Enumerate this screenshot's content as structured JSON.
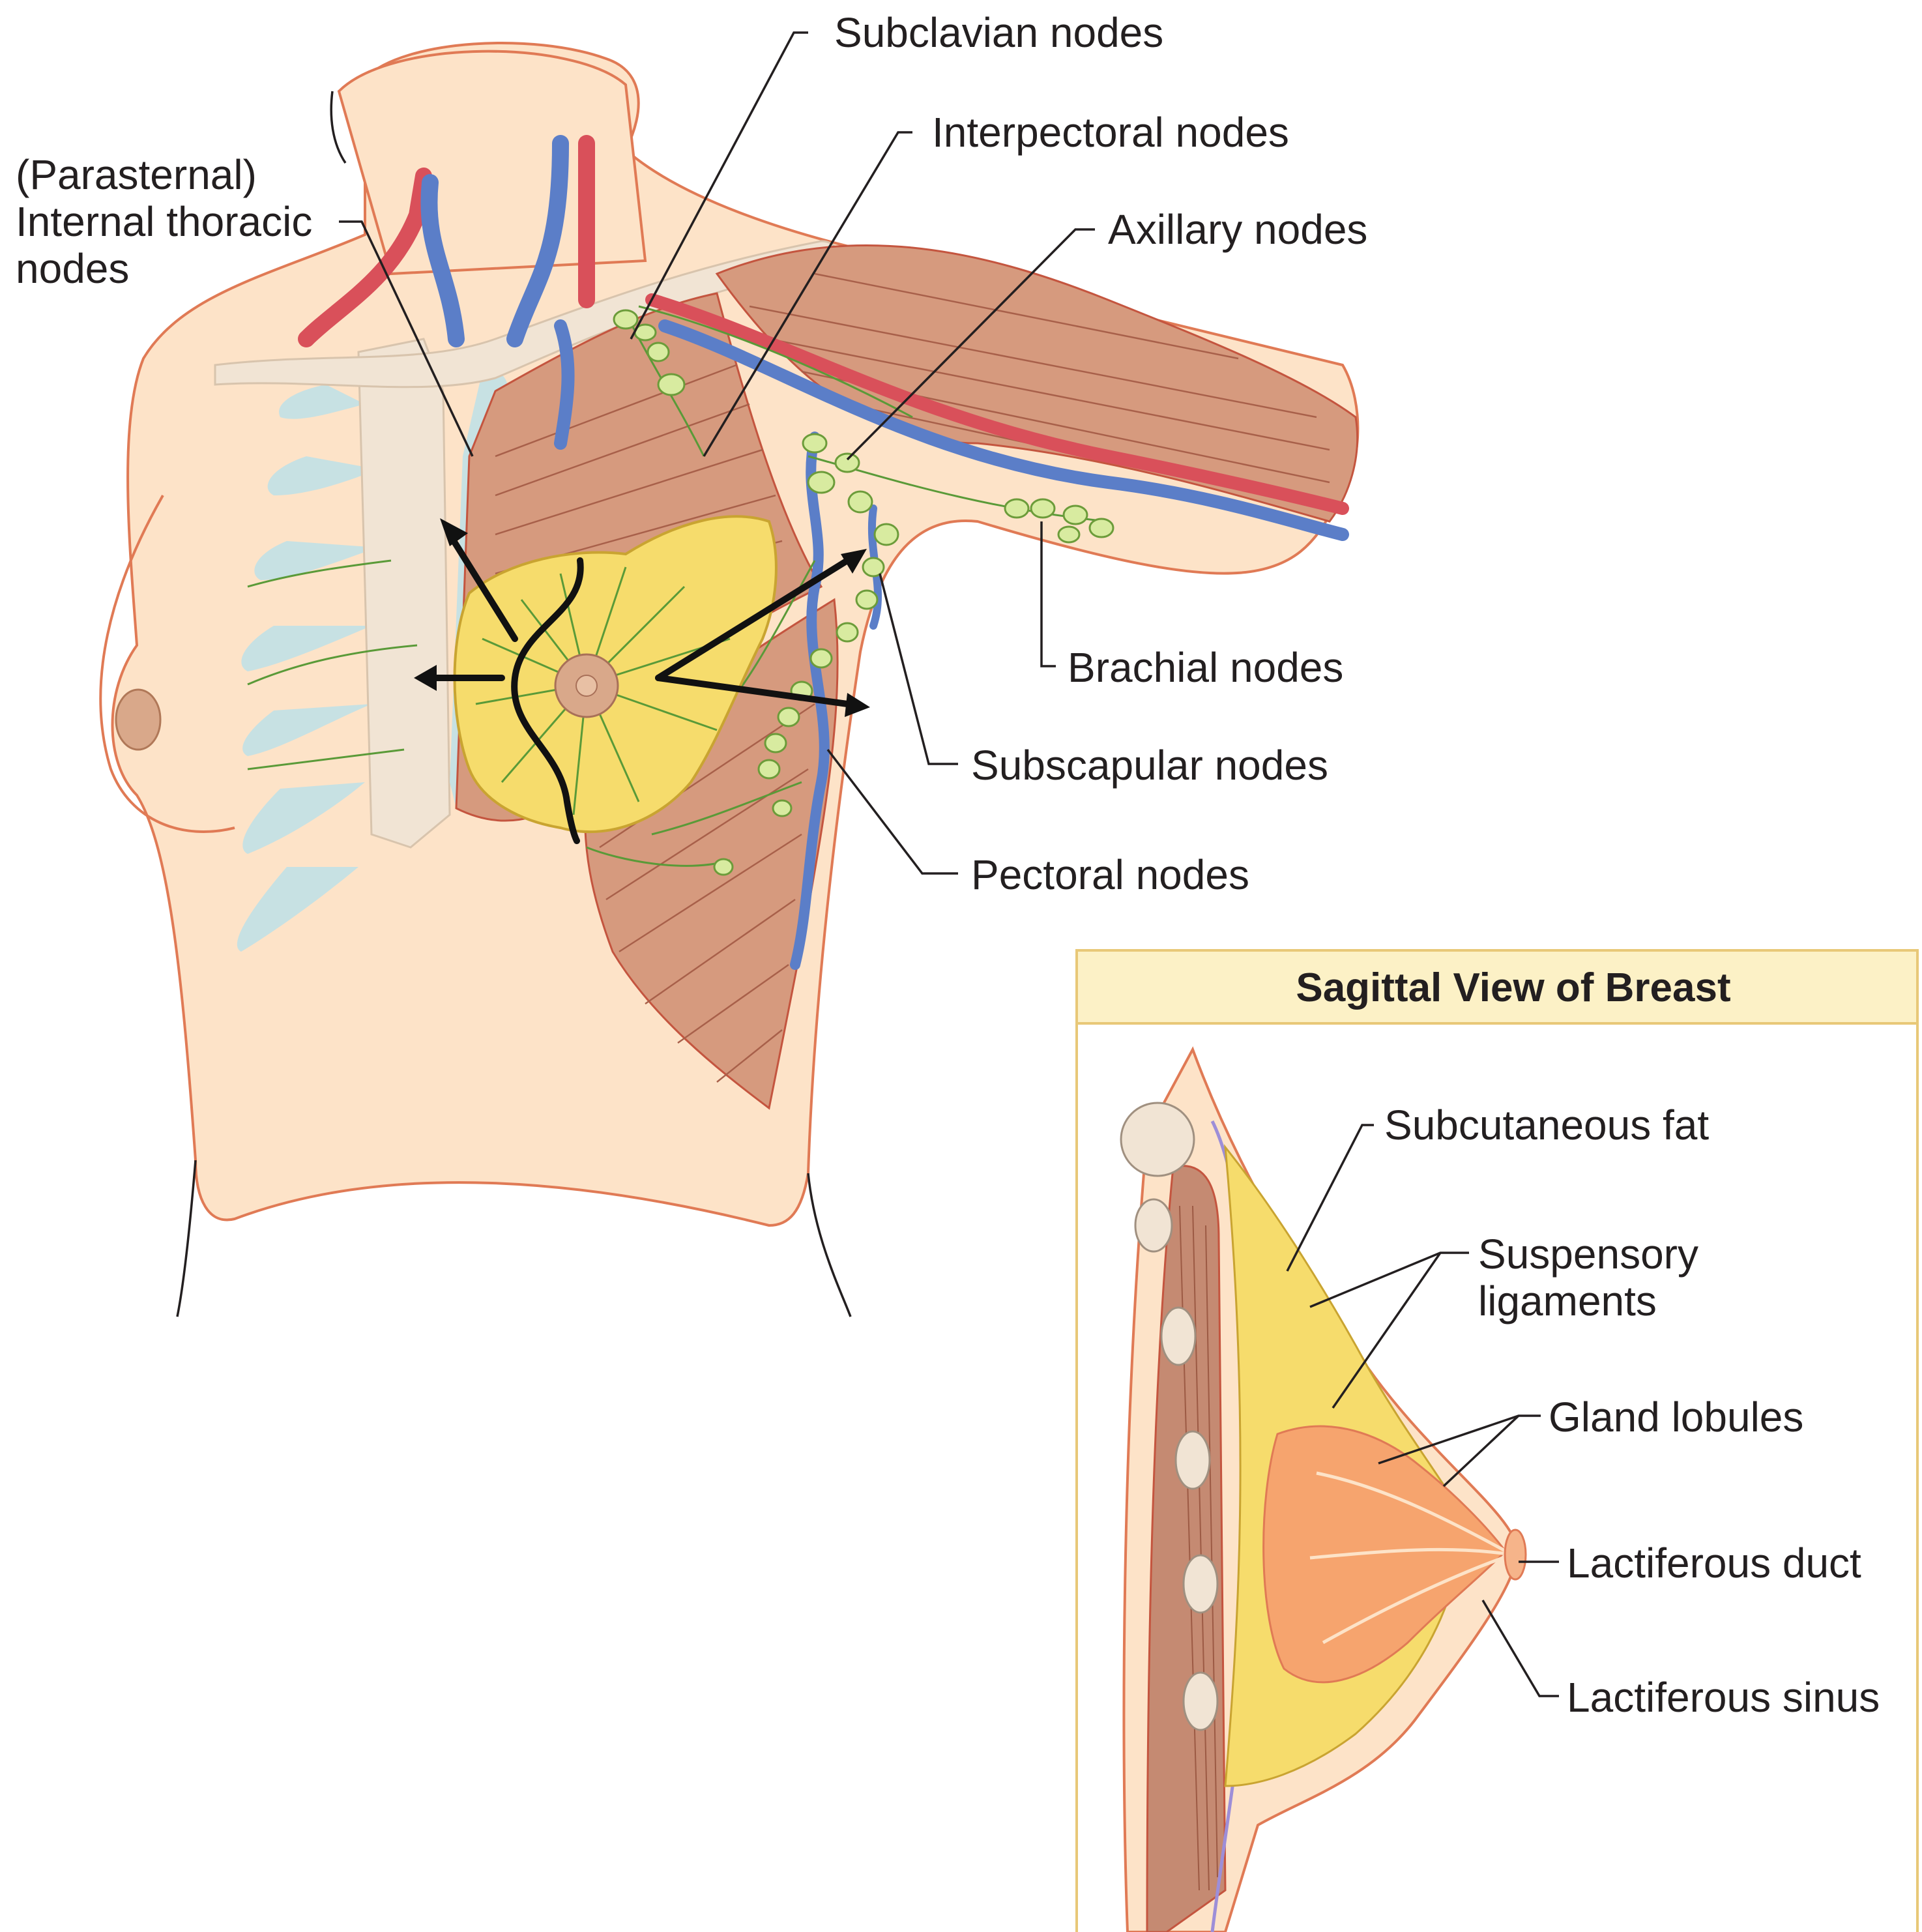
{
  "colors": {
    "skin": "#fde3c8",
    "skin_outline": "#e07a55",
    "muscle": "#d69a7e",
    "muscle_line": "#a8604a",
    "vein": "#5b7ec8",
    "artery": "#d9505a",
    "bone": "#f1e4d4",
    "cartilage": "#c7e1e3",
    "lymph_vessel": "#5a9a38",
    "node": "#d8eba0",
    "fat": "#f6dc6c",
    "gland": "#f6a46e",
    "inset_header": "#fcf1c6",
    "inset_border": "#e8c878"
  },
  "labels": {
    "subclavian": "Subclavian nodes",
    "interpectoral": "Interpectoral nodes",
    "axillary": "Axillary nodes",
    "parasternal_line1": "(Parasternal)",
    "parasternal_line2": "Internal thoracic",
    "parasternal_line3": "nodes",
    "brachial": "Brachial nodes",
    "subscapular": "Subscapular nodes",
    "pectoral": "Pectoral nodes"
  },
  "inset": {
    "title": "Sagittal View of Breast",
    "labels": {
      "subcutaneous_fat": "Subcutaneous fat",
      "suspensory_line1": "Suspensory",
      "suspensory_line2": "ligaments",
      "gland_lobules": "Gland lobules",
      "lactiferous_duct": "Lactiferous duct",
      "lactiferous_sinus": "Lactiferous sinus"
    }
  }
}
